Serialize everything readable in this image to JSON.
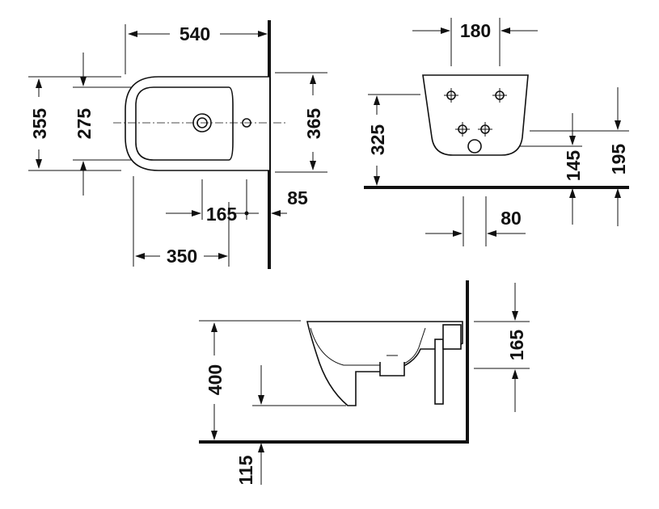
{
  "top_view": {
    "width": "540",
    "depth": "355",
    "inner_depth": "275",
    "wall_depth": "365",
    "tap_offset": "165",
    "wall_offset": "85",
    "center_offset": "350"
  },
  "rear_view": {
    "fixing_spacing": "180",
    "height": "325",
    "waste_height": "145",
    "supply_height": "195",
    "waste_offset": "80"
  },
  "side_view": {
    "rim_height": "400",
    "depth": "165",
    "floor_gap": "115"
  }
}
